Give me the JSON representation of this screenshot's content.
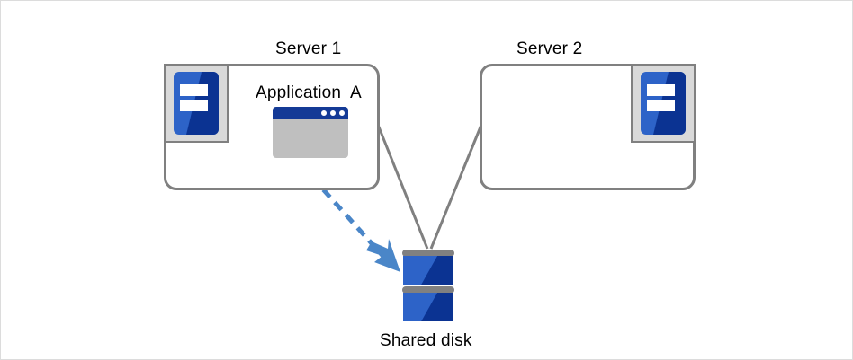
{
  "diagram": {
    "title_server1": "Server 1",
    "title_server2": "Server 2",
    "application_label": "Application  A",
    "disk_label": "Shared disk",
    "colors": {
      "box_border": "#808080",
      "icon_frame": "#d9d9d9",
      "icon_blue": "#2d63c8",
      "icon_blue_dark": "#0b3392",
      "app_titlebar": "#143a96",
      "app_body": "#bfbfbf",
      "connector_line": "#808080",
      "arrow_blue": "#4a86c8",
      "canvas_border": "#dcdcdc"
    },
    "connectors": [
      {
        "name": "server1-to-disk",
        "style": "solid",
        "color": "#808080"
      },
      {
        "name": "server2-to-disk",
        "style": "solid",
        "color": "#808080"
      },
      {
        "name": "application-a-to-disk",
        "style": "dashed",
        "color": "#4a86c8"
      }
    ],
    "icons": {
      "server1": "server-icon",
      "server2": "server-icon",
      "application": "application-window-icon",
      "storage": "disk-stack-icon"
    }
  }
}
